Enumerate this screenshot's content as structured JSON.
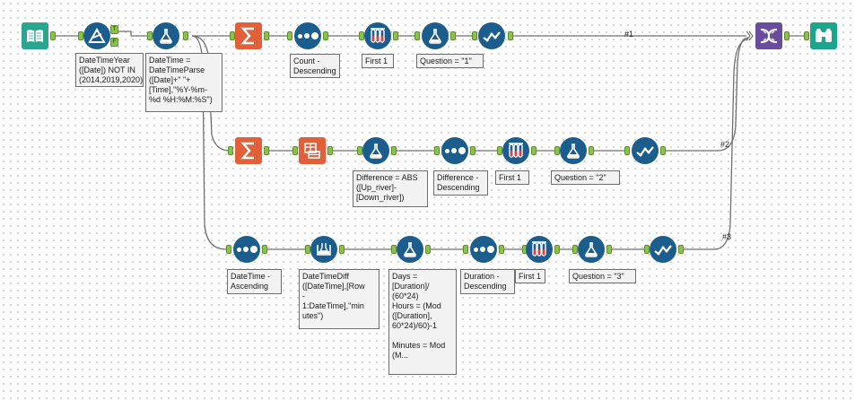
{
  "colors": {
    "connector": "#6f6f6f",
    "anchor_green": "#8bc34a",
    "input_teal": "#2aa58f",
    "transform_blue": "#1b5d8c",
    "summarize_orange": "#e0603a",
    "join_purple": "#6a4c9c",
    "browse_teal": "#1aa68d"
  },
  "tools": {
    "input": {
      "icon": "book-icon"
    },
    "filter": {
      "icon": "filter-triangle-icon",
      "true_label": "T",
      "false_label": "F"
    },
    "formula_parse": {
      "icon": "formula-flask-icon"
    },
    "summarize_1": {
      "icon": "sigma-icon"
    },
    "sort_count": {
      "icon": "sort-dots-icon"
    },
    "sample_1": {
      "icon": "sample-tubes-icon"
    },
    "formula_q1": {
      "icon": "formula-flask-icon"
    },
    "select_1": {
      "icon": "select-check-icon"
    },
    "summarize_2": {
      "icon": "sigma-icon"
    },
    "crosstab_2": {
      "icon": "cross-tab-icon"
    },
    "formula_diff": {
      "icon": "formula-flask-icon"
    },
    "sort_diff": {
      "icon": "sort-dots-icon"
    },
    "sample_2": {
      "icon": "sample-tubes-icon"
    },
    "formula_q2": {
      "icon": "formula-flask-icon"
    },
    "select_2": {
      "icon": "select-check-icon"
    },
    "sort_dt": {
      "icon": "sort-dots-icon"
    },
    "multirow": {
      "icon": "multi-row-formula-icon"
    },
    "formula_days": {
      "icon": "formula-flask-icon"
    },
    "sort_dur": {
      "icon": "sort-dots-icon"
    },
    "sample_3": {
      "icon": "sample-tubes-icon"
    },
    "formula_q3": {
      "icon": "formula-flask-icon"
    },
    "select_3": {
      "icon": "select-check-icon"
    },
    "union": {
      "icon": "union-dna-icon"
    },
    "browse": {
      "icon": "binoculars-icon"
    }
  },
  "annotations": {
    "filter": "DateTimeYear\n([Date]) NOT IN\n(2014,2019,2020)",
    "formula_parse": "DateTime =\nDateTimeParse\n([Date]+\" \"+\n[Time],\"%Y-%m-\n%d %H:%M:%S\")",
    "sort_count": "Count -\nDescending",
    "sample_1": "First 1",
    "formula_q1": "Question = \"1\"",
    "formula_diff": "Difference = ABS\n([Up_river]-\n[Down_river])",
    "sort_diff": "Difference -\nDescending",
    "sample_2": "First 1",
    "formula_q2": "Question = \"2\"",
    "sort_dt": "DateTime -\nAscending",
    "multirow": "DateTimeDiff\n([DateTime],[Row\n-\n1:DateTime],\"min\nutes\")",
    "formula_days": "Days =\n[Duration]/\n(60*24)\nHours = (Mod\n([Duration],\n60*24)/60)-1\n\nMinutes = Mod\n(M...",
    "sort_dur": "Duration -\nDescending",
    "sample_3": "First 1",
    "formula_q3": "Question = \"3\""
  },
  "connection_labels": {
    "c1": "#1",
    "c2": "#2",
    "c3": "#3"
  }
}
